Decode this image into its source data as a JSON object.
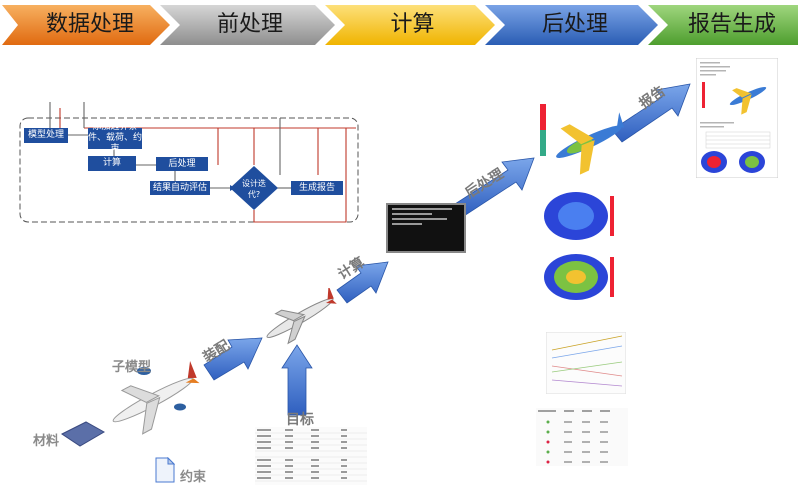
{
  "process_bar": {
    "stages": [
      {
        "label": "数据处理",
        "color": "#f28a2a"
      },
      {
        "label": "前处理",
        "color": "#a8a8a8"
      },
      {
        "label": "计算",
        "color": "#f4c430"
      },
      {
        "label": "后处理",
        "color": "#3f72c4"
      },
      {
        "label": "报告生成",
        "color": "#6bb84a"
      }
    ]
  },
  "flowchart": {
    "model_processing": "模型处理",
    "add_bc": "添加边界条件、载荷、约束",
    "compute": "计算",
    "postprocess": "后处理",
    "auto_eval": "结果自动评估",
    "design_iter": "设计迭代?",
    "gen_report": "生成报告"
  },
  "workflow_labels": {
    "assembly": "装配",
    "compute": "计算",
    "postprocess": "后处理",
    "report": "报告",
    "target": "目标",
    "submodel": "子模型",
    "material": "材料",
    "constraint": "约束"
  },
  "colors": {
    "flow_box": "#1f4e9e",
    "flow_arrow": "#c0392b",
    "big_arrow": "#4a7ad0"
  }
}
